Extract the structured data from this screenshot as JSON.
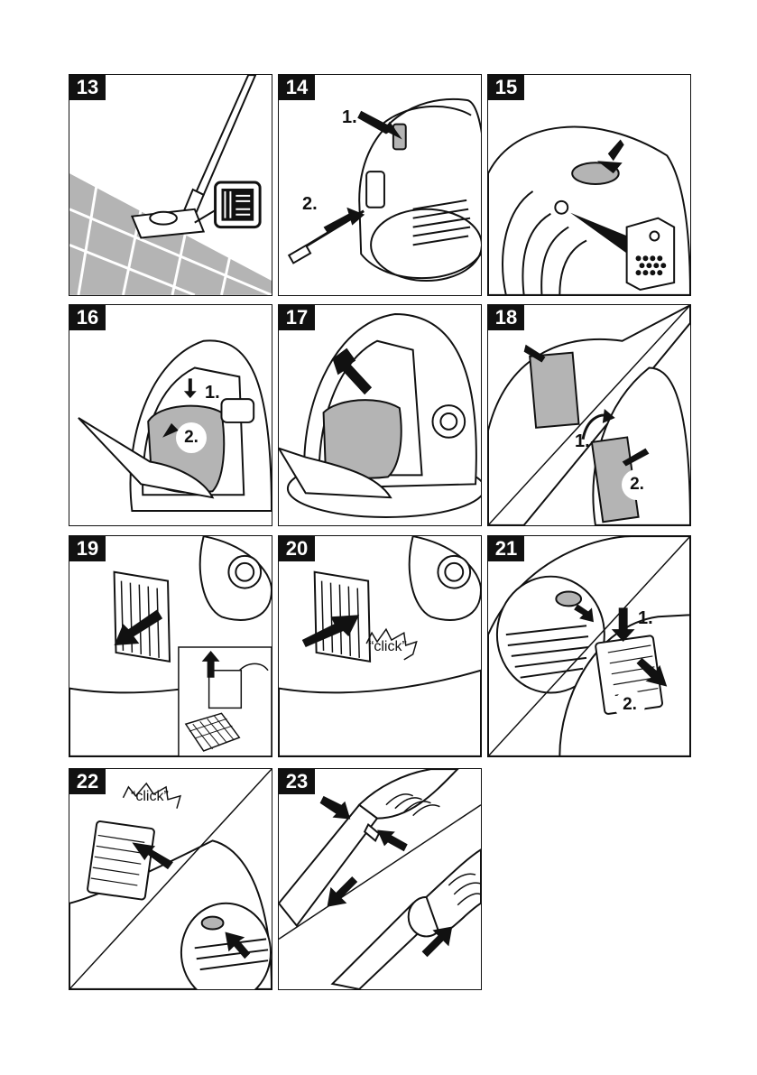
{
  "panels": {
    "p13": {
      "number": "13"
    },
    "p14": {
      "number": "14",
      "step1": "1.",
      "step2": "2."
    },
    "p15": {
      "number": "15"
    },
    "p16": {
      "number": "16",
      "step1": "1.",
      "step2": "2."
    },
    "p17": {
      "number": "17"
    },
    "p18": {
      "number": "18",
      "step1": "1.",
      "step2": "2."
    },
    "p19": {
      "number": "19"
    },
    "p20": {
      "number": "20",
      "click": "“click”"
    },
    "p21": {
      "number": "21",
      "step1": "1.",
      "step2": "2."
    },
    "p22": {
      "number": "22",
      "click": "“click”"
    },
    "p23": {
      "number": "23"
    }
  },
  "colors": {
    "line": "#111111",
    "grey": "#b4b4b4",
    "dark": "#111111"
  }
}
